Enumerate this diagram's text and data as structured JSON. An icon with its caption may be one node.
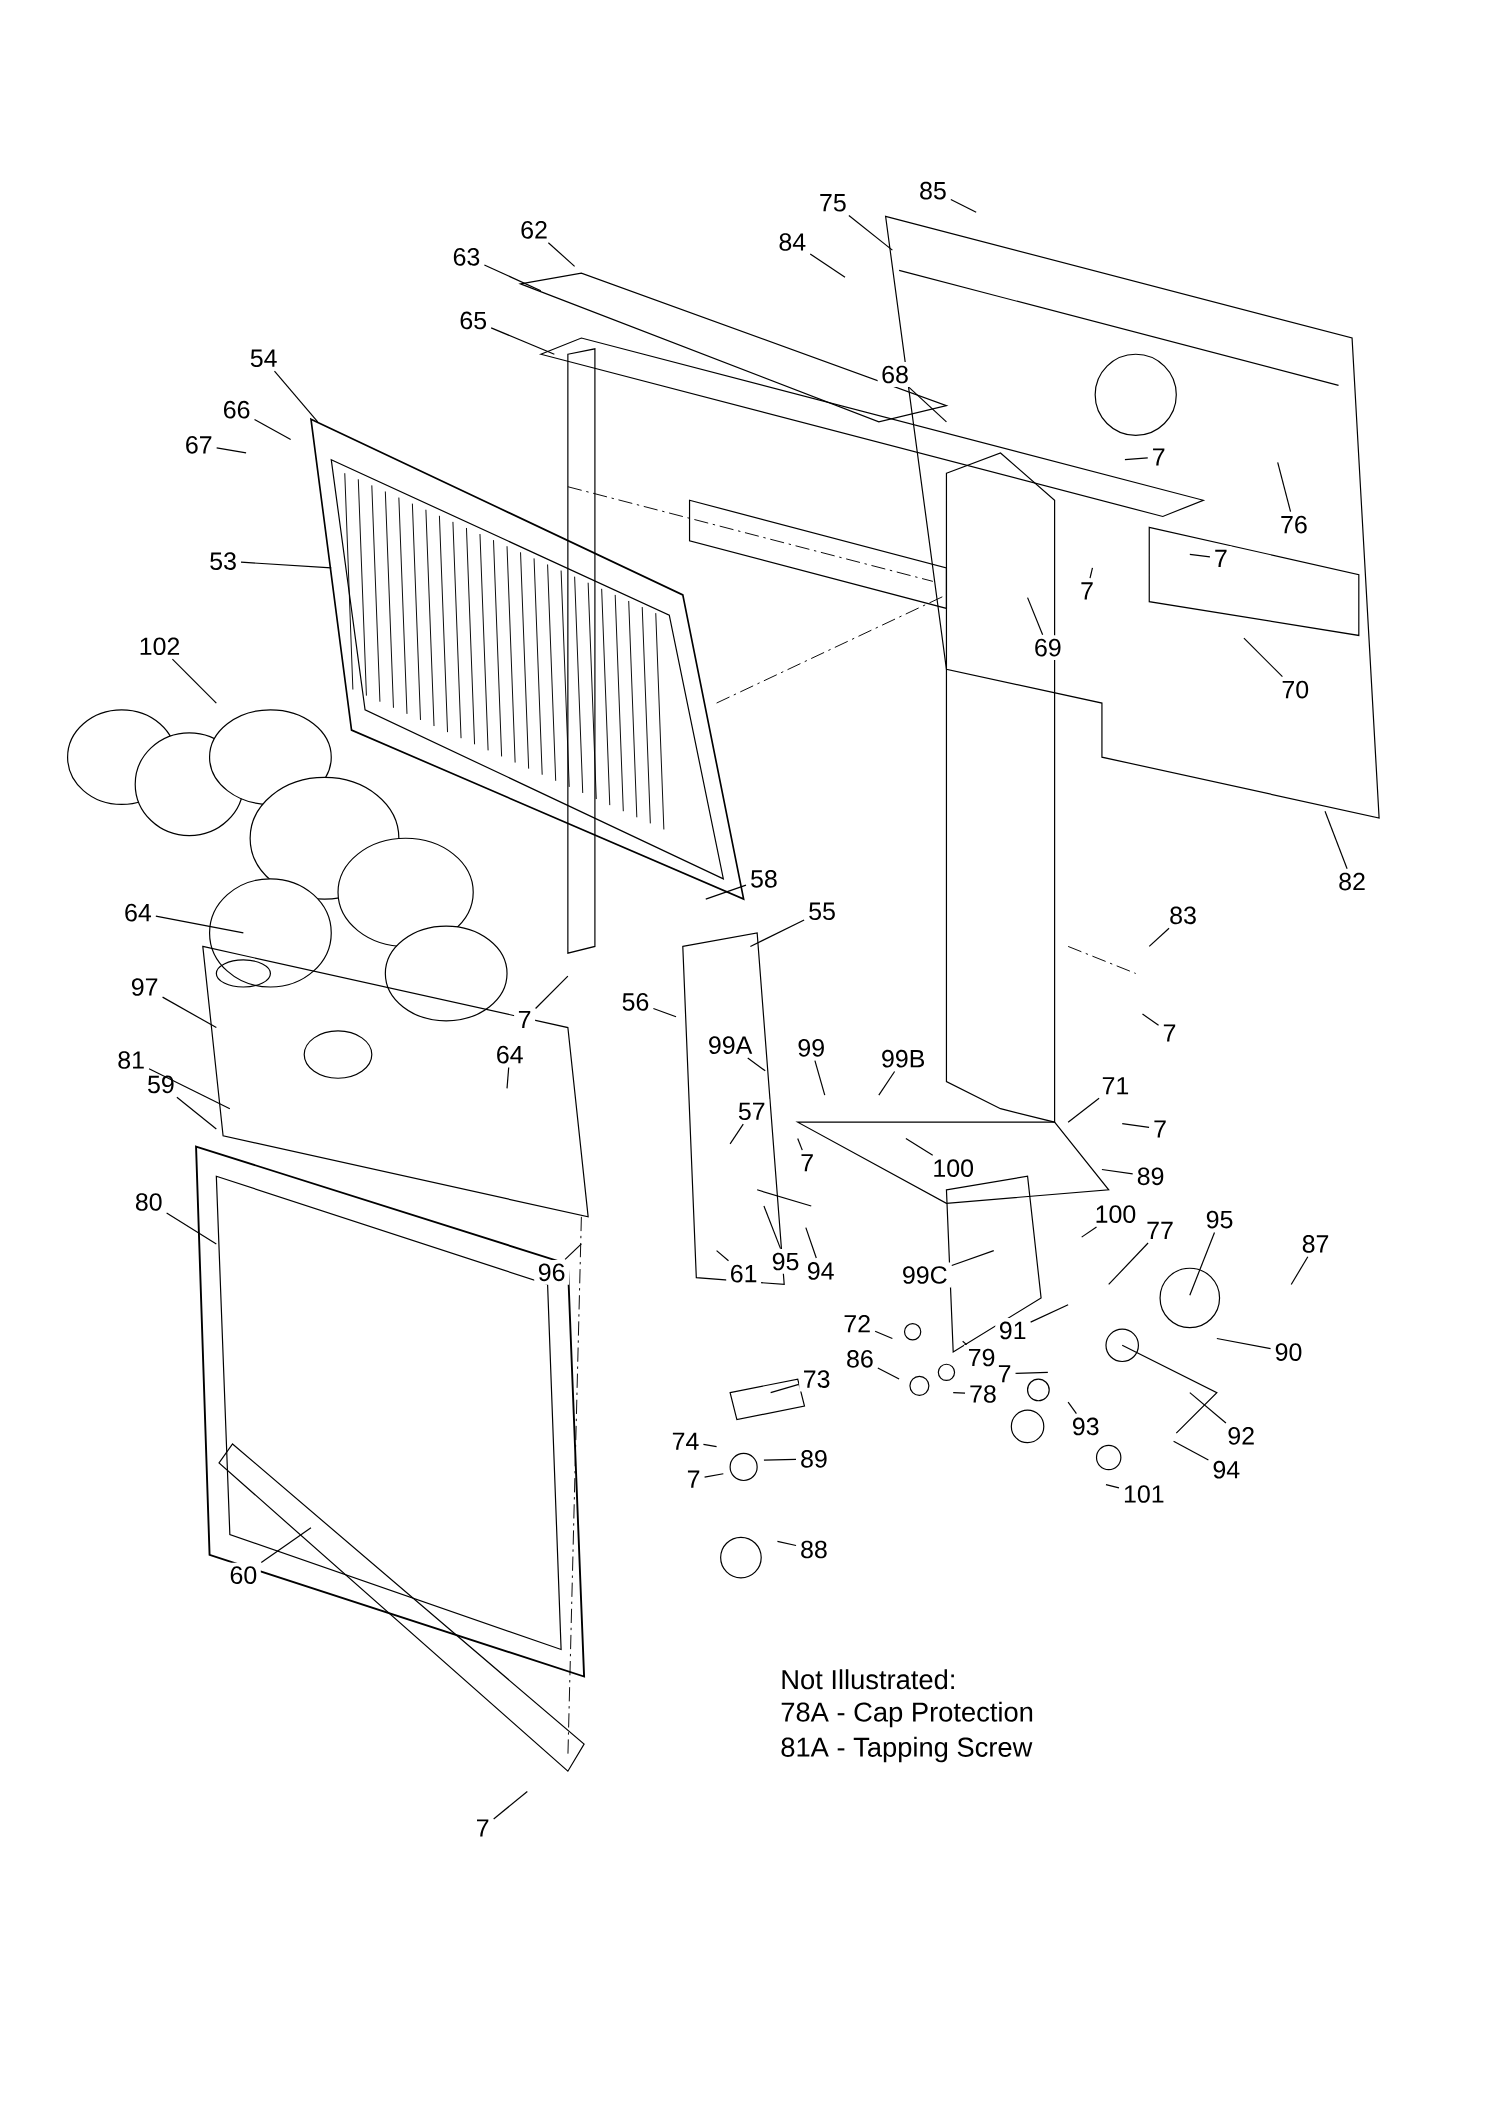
{
  "diagram": {
    "nodes": [
      {
        "text": [
          "62"
        ]
      },
      {
        "text": [
          "75"
        ]
      },
      {
        "text": [
          "85"
        ]
      },
      {
        "text": [
          "84"
        ]
      },
      {
        "text": [
          "63"
        ]
      },
      {
        "text": [
          "65"
        ]
      },
      {
        "text": [
          "54"
        ]
      },
      {
        "text": [
          "68"
        ]
      },
      {
        "text": [
          "66"
        ]
      },
      {
        "text": [
          "67"
        ]
      },
      {
        "text": [
          "7"
        ]
      },
      {
        "text": [
          "76"
        ]
      },
      {
        "text": [
          "7"
        ]
      },
      {
        "text": [
          "53"
        ]
      },
      {
        "text": [
          "7"
        ]
      },
      {
        "text": [
          "69"
        ]
      },
      {
        "text": [
          "70"
        ]
      },
      {
        "text": [
          "102"
        ]
      },
      {
        "text": [
          "82"
        ]
      },
      {
        "text": [
          "58"
        ]
      },
      {
        "text": [
          "55"
        ]
      },
      {
        "text": [
          "64"
        ]
      },
      {
        "text": [
          "83"
        ]
      },
      {
        "text": [
          "97"
        ]
      },
      {
        "text": [
          "7"
        ]
      },
      {
        "text": [
          "56"
        ]
      },
      {
        "text": [
          "7"
        ]
      },
      {
        "text": [
          "99A"
        ]
      },
      {
        "text": [
          "99"
        ]
      },
      {
        "text": [
          "99B"
        ]
      },
      {
        "text": [
          "64"
        ]
      },
      {
        "text": [
          "81"
        ]
      },
      {
        "text": [
          "59"
        ]
      },
      {
        "text": [
          "71"
        ]
      },
      {
        "text": [
          "57"
        ]
      },
      {
        "text": [
          "7"
        ]
      },
      {
        "text": [
          "7"
        ]
      },
      {
        "text": [
          "100"
        ]
      },
      {
        "text": [
          "89"
        ]
      },
      {
        "text": [
          "80"
        ]
      },
      {
        "text": [
          "100"
        ]
      },
      {
        "text": [
          "95"
        ]
      },
      {
        "text": [
          "77"
        ]
      },
      {
        "text": [
          "87"
        ]
      },
      {
        "text": [
          "96"
        ]
      },
      {
        "text": [
          "61"
        ]
      },
      {
        "text": [
          "95"
        ]
      },
      {
        "text": [
          "94"
        ]
      },
      {
        "text": [
          "99C"
        ]
      },
      {
        "text": [
          "91"
        ]
      },
      {
        "text": [
          "90"
        ]
      },
      {
        "text": [
          "72"
        ]
      },
      {
        "text": [
          "86"
        ]
      },
      {
        "text": [
          "79"
        ]
      },
      {
        "text": [
          "7"
        ]
      },
      {
        "text": [
          "73"
        ]
      },
      {
        "text": [
          "78"
        ]
      },
      {
        "text": [
          "93"
        ]
      },
      {
        "text": [
          "92"
        ]
      },
      {
        "text": [
          "74"
        ]
      },
      {
        "text": [
          "89"
        ]
      },
      {
        "text": [
          "94"
        ]
      },
      {
        "text": [
          "7"
        ]
      },
      {
        "text": [
          "101"
        ]
      },
      {
        "text": [
          "88"
        ]
      },
      {
        "text": [
          "60"
        ]
      },
      {
        "text": [
          "7"
        ]
      }
    ],
    "edges": [
      {
        "from": 0,
        "to": null,
        "arrow": "none"
      },
      {
        "from": 1,
        "to": null,
        "arrow": "none"
      },
      {
        "from": 2,
        "to": null,
        "arrow": "none"
      },
      {
        "from": 3,
        "to": null,
        "arrow": "none"
      },
      {
        "from": 4,
        "to": null,
        "arrow": "none"
      },
      {
        "from": 5,
        "to": null,
        "arrow": "none"
      },
      {
        "from": 6,
        "to": null,
        "arrow": "none"
      },
      {
        "from": 7,
        "to": null,
        "arrow": "none"
      },
      {
        "from": 8,
        "to": null,
        "arrow": "none"
      },
      {
        "from": 9,
        "to": null,
        "arrow": "none"
      },
      {
        "from": 10,
        "to": null,
        "arrow": "none"
      },
      {
        "from": 11,
        "to": null,
        "arrow": "none"
      },
      {
        "from": 12,
        "to": null,
        "arrow": "none"
      },
      {
        "from": 13,
        "to": null,
        "arrow": "none"
      },
      {
        "from": 14,
        "to": null,
        "arrow": "none"
      },
      {
        "from": 15,
        "to": null,
        "arrow": "none"
      },
      {
        "from": 16,
        "to": null,
        "arrow": "none"
      },
      {
        "from": 17,
        "to": null,
        "arrow": "none"
      },
      {
        "from": 18,
        "to": null,
        "arrow": "none"
      },
      {
        "from": 19,
        "to": null,
        "arrow": "none"
      },
      {
        "from": 20,
        "to": null,
        "arrow": "none"
      },
      {
        "from": 21,
        "to": null,
        "arrow": "none"
      },
      {
        "from": 22,
        "to": null,
        "arrow": "none"
      },
      {
        "from": 23,
        "to": null,
        "arrow": "none"
      },
      {
        "from": 24,
        "to": null,
        "arrow": "none"
      },
      {
        "from": 25,
        "to": null,
        "arrow": "none"
      },
      {
        "from": 26,
        "to": null,
        "arrow": "none"
      },
      {
        "from": 27,
        "to": null,
        "arrow": "none"
      },
      {
        "from": 28,
        "to": null,
        "arrow": "none"
      },
      {
        "from": 29,
        "to": null,
        "arrow": "none"
      },
      {
        "from": 30,
        "to": null,
        "arrow": "none"
      },
      {
        "from": 31,
        "to": null,
        "arrow": "none"
      },
      {
        "from": 32,
        "to": null,
        "arrow": "none"
      },
      {
        "from": 33,
        "to": null,
        "arrow": "none"
      },
      {
        "from": 34,
        "to": null,
        "arrow": "none"
      },
      {
        "from": 35,
        "to": null,
        "arrow": "none"
      },
      {
        "from": 36,
        "to": null,
        "arrow": "none"
      },
      {
        "from": 37,
        "to": null,
        "arrow": "none"
      },
      {
        "from": 38,
        "to": null,
        "arrow": "none"
      },
      {
        "from": 39,
        "to": null,
        "arrow": "none"
      },
      {
        "from": 40,
        "to": null,
        "arrow": "none"
      },
      {
        "from": 41,
        "to": null,
        "arrow": "none"
      },
      {
        "from": 42,
        "to": null,
        "arrow": "none"
      },
      {
        "from": 43,
        "to": null,
        "arrow": "none"
      },
      {
        "from": 44,
        "to": null,
        "arrow": "none"
      },
      {
        "from": 45,
        "to": null,
        "arrow": "none"
      },
      {
        "from": 46,
        "to": null,
        "arrow": "none"
      },
      {
        "from": 47,
        "to": null,
        "arrow": "none"
      },
      {
        "from": 48,
        "to": null,
        "arrow": "none"
      },
      {
        "from": 49,
        "to": null,
        "arrow": "none"
      },
      {
        "from": 50,
        "to": null,
        "arrow": "none"
      },
      {
        "from": 51,
        "to": null,
        "arrow": "none"
      },
      {
        "from": 52,
        "to": null,
        "arrow": "none"
      },
      {
        "from": 53,
        "to": null,
        "arrow": "none"
      },
      {
        "from": 54,
        "to": null,
        "arrow": "none"
      },
      {
        "from": 55,
        "to": null,
        "arrow": "none"
      },
      {
        "from": 56,
        "to": null,
        "arrow": "none"
      },
      {
        "from": 57,
        "to": null,
        "arrow": "none"
      },
      {
        "from": 58,
        "to": null,
        "arrow": "none"
      },
      {
        "from": 59,
        "to": null,
        "arrow": "none"
      },
      {
        "from": 60,
        "to": null,
        "arrow": "none"
      },
      {
        "from": 61,
        "to": null,
        "arrow": "none"
      },
      {
        "from": 62,
        "to": null,
        "arrow": "none"
      },
      {
        "from": 63,
        "to": null,
        "arrow": "none"
      },
      {
        "from": 64,
        "to": null,
        "arrow": "none"
      },
      {
        "from": 65,
        "to": null,
        "arrow": "none"
      },
      {
        "from": 66,
        "to": null,
        "arrow": "none"
      }
    ],
    "labels": [
      "Not Illustrated:",
      "78A - Cap Protection",
      "81A - Tapping Screw"
    ]
  }
}
